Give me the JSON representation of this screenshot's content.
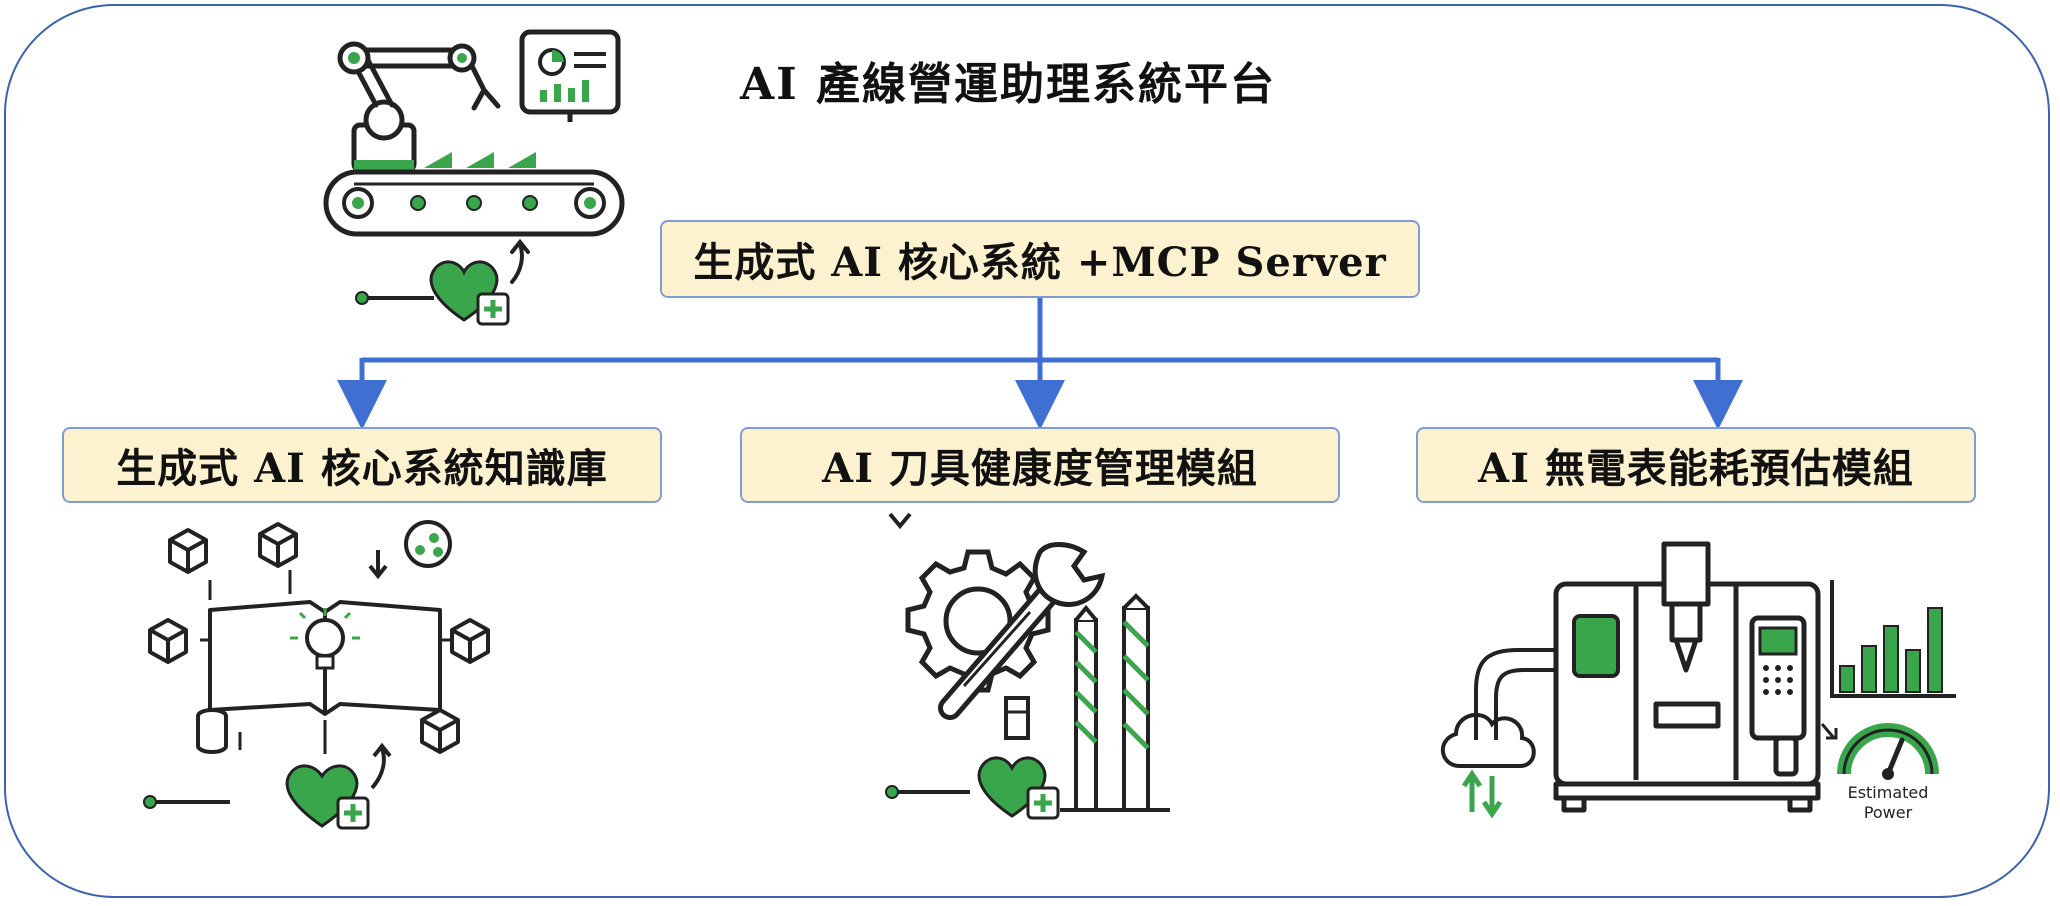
{
  "title": "AI 產線營運助理系統平台",
  "core": {
    "label": "生成式 AI 核心系統 +MCP Server"
  },
  "modules": [
    {
      "label": "生成式 AI 核心系統知識庫"
    },
    {
      "label": "AI 刀具健康度管理模組"
    },
    {
      "label": "AI 無電表能耗預估模組"
    }
  ],
  "power_icon": {
    "line1": "Estimated",
    "line2": "Power"
  },
  "colors": {
    "border": "#3a63b0",
    "arrow": "#3f6fd1",
    "box_fill": "#fdf2d0",
    "icon_green": "#3aa64b"
  },
  "icons": [
    "robot-arm-conveyor-icon",
    "dashboard-icon",
    "heart-plus-icon",
    "book-lightbulb-icon",
    "gear-wrench-icon",
    "drill-bit-icon",
    "cnc-machine-icon",
    "cloud-icon",
    "gauge-icon",
    "bar-chart-icon"
  ]
}
